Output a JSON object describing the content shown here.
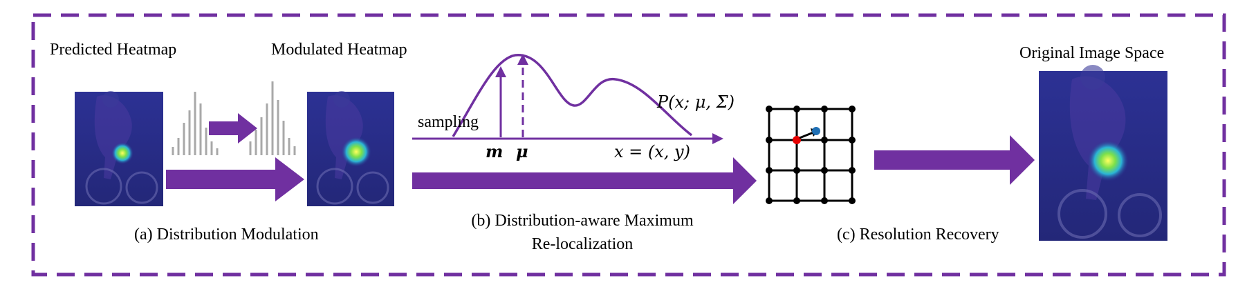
{
  "labels": {
    "predicted_heatmap": "Predicted Heatmap",
    "modulated_heatmap": "Modulated Heatmap",
    "original_image_space": "Original Image Space",
    "sampling": "sampling",
    "step_a": "(a) Distribution Modulation",
    "step_b_line1": "(b) Distribution-aware Maximum",
    "step_b_line2": "Re-localization",
    "step_c": "(c) Resolution Recovery"
  },
  "math": {
    "pdf": "P(x; μ, Σ)",
    "m": "m",
    "mu": "μ",
    "x_eq": "x = (x, y)"
  },
  "colors": {
    "purple": "#7030a0",
    "heatmap_bg": "#2a2e8c",
    "grid": "#000000",
    "red_point": "#e60000",
    "blue_point": "#1f6fb4"
  }
}
